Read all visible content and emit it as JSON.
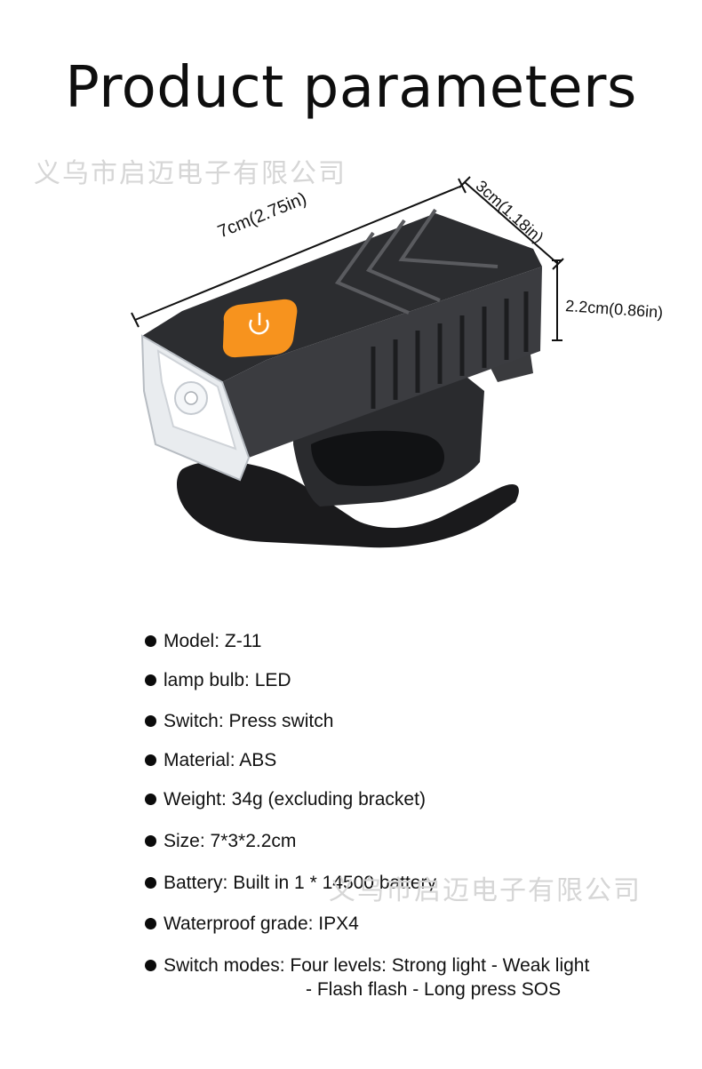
{
  "title": "Product parameters",
  "watermark": "义乌市启迈电子有限公司",
  "dimensions": {
    "length": "7cm(2.75in)",
    "width": "3cm(1.18in)",
    "height": "2.2cm(0.86in)"
  },
  "specs": [
    {
      "text": "Model: Z-11"
    },
    {
      "text": "lamp bulb: LED"
    },
    {
      "text": "Switch: Press switch"
    },
    {
      "text": "Material: ABS"
    },
    {
      "text": "Weight: 34g (excluding bracket)"
    },
    {
      "text": "Size: 7*3*2.2cm"
    },
    {
      "text": "Battery: Built in 1 * 14500 battery"
    },
    {
      "text": "Waterproof grade: IPX4"
    },
    {
      "text": "Switch modes: Four levels: Strong light - Weak light",
      "continuation": "- Flash flash - Long press SOS"
    }
  ],
  "colors": {
    "button_orange": "#f7931e",
    "body_dark": "#1e1f21",
    "background": "#ffffff"
  }
}
